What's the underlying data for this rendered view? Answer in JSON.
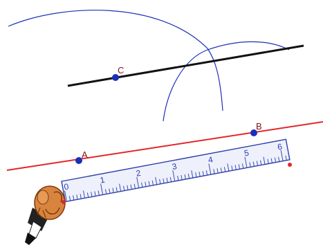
{
  "points": {
    "a": {
      "label": "A"
    },
    "b": {
      "label": "B"
    },
    "c": {
      "label": "C"
    }
  },
  "ruler": {
    "tick_labels": [
      "0",
      "1",
      "2",
      "3",
      "4",
      "5",
      "6"
    ]
  },
  "colors": {
    "line_ab": "#e3262a",
    "parallel_line": "#111111",
    "arcs": "#1d2fb5",
    "point_fill": "#1a2fb8",
    "point_label": "#7a1418",
    "ruler_fill": "#eef0fb",
    "ruler_stroke": "#2c3ea8",
    "tool_hand": "#d9843e"
  },
  "tools": {
    "pencil": "pencil-icon",
    "hand": "hand-icon"
  }
}
